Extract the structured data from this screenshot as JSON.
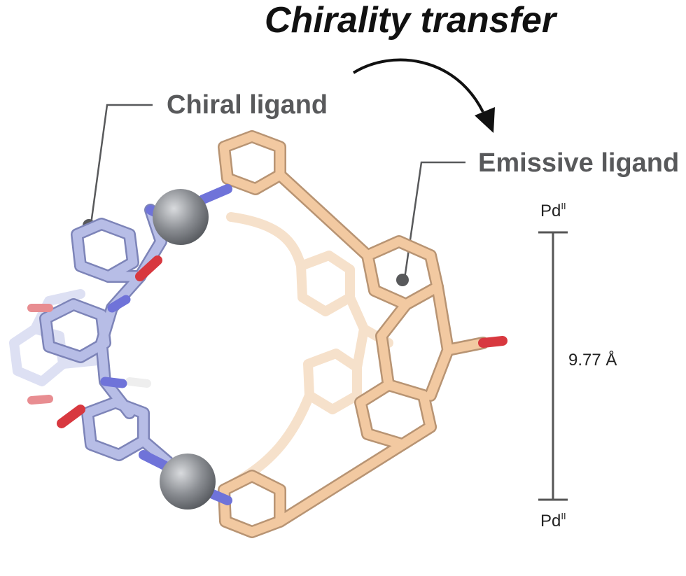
{
  "title": "Chirality transfer",
  "labels": {
    "chiral_ligand": "Chiral ligand",
    "emissive_ligand": "Emissive ligand"
  },
  "scale_bar": {
    "top_label": "Pd",
    "top_superscript": "II",
    "bottom_label": "Pd",
    "bottom_superscript": "II",
    "distance": "9.77 Å"
  },
  "colors": {
    "emissive_ligand": "#f2c9a1",
    "emissive_ligand_faded": "#f5dcc2",
    "chiral_ligand": "#b7bde6",
    "chiral_ligand_dark": "#9aa1cf",
    "nitrogen": "#6f73d9",
    "oxygen": "#d8383f",
    "palladium": "#7c7f85",
    "label_gray": "#58595b",
    "title": "#111111"
  }
}
